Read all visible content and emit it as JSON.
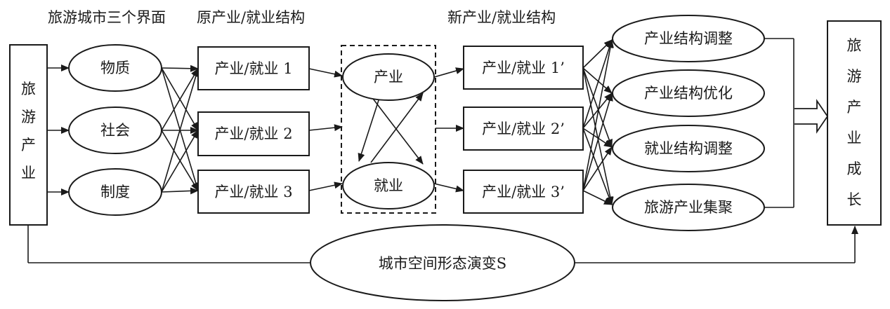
{
  "headers": {
    "interfaces": "旅游城市三个界面",
    "original": "原产业/就业结构",
    "new": "新产业/就业结构"
  },
  "left_box": [
    "旅",
    "游",
    "产",
    "业"
  ],
  "interfaces": [
    "物质",
    "社会",
    "制度"
  ],
  "original_structures": [
    "产业/就业 1",
    "产业/就业 2",
    "产业/就业 3"
  ],
  "center": {
    "top": "产业",
    "bottom": "就业"
  },
  "new_structures": [
    "产业/就业 1’",
    "产业/就业 2’",
    "产业/就业 3’"
  ],
  "outcomes": [
    "产业结构调整",
    "产业结构优化",
    "就业结构调整",
    "旅游产业集聚"
  ],
  "right_box": [
    "旅",
    "游",
    "产",
    "业",
    "成",
    "长"
  ],
  "bottom_ellipse": "城市空间形态演变S"
}
